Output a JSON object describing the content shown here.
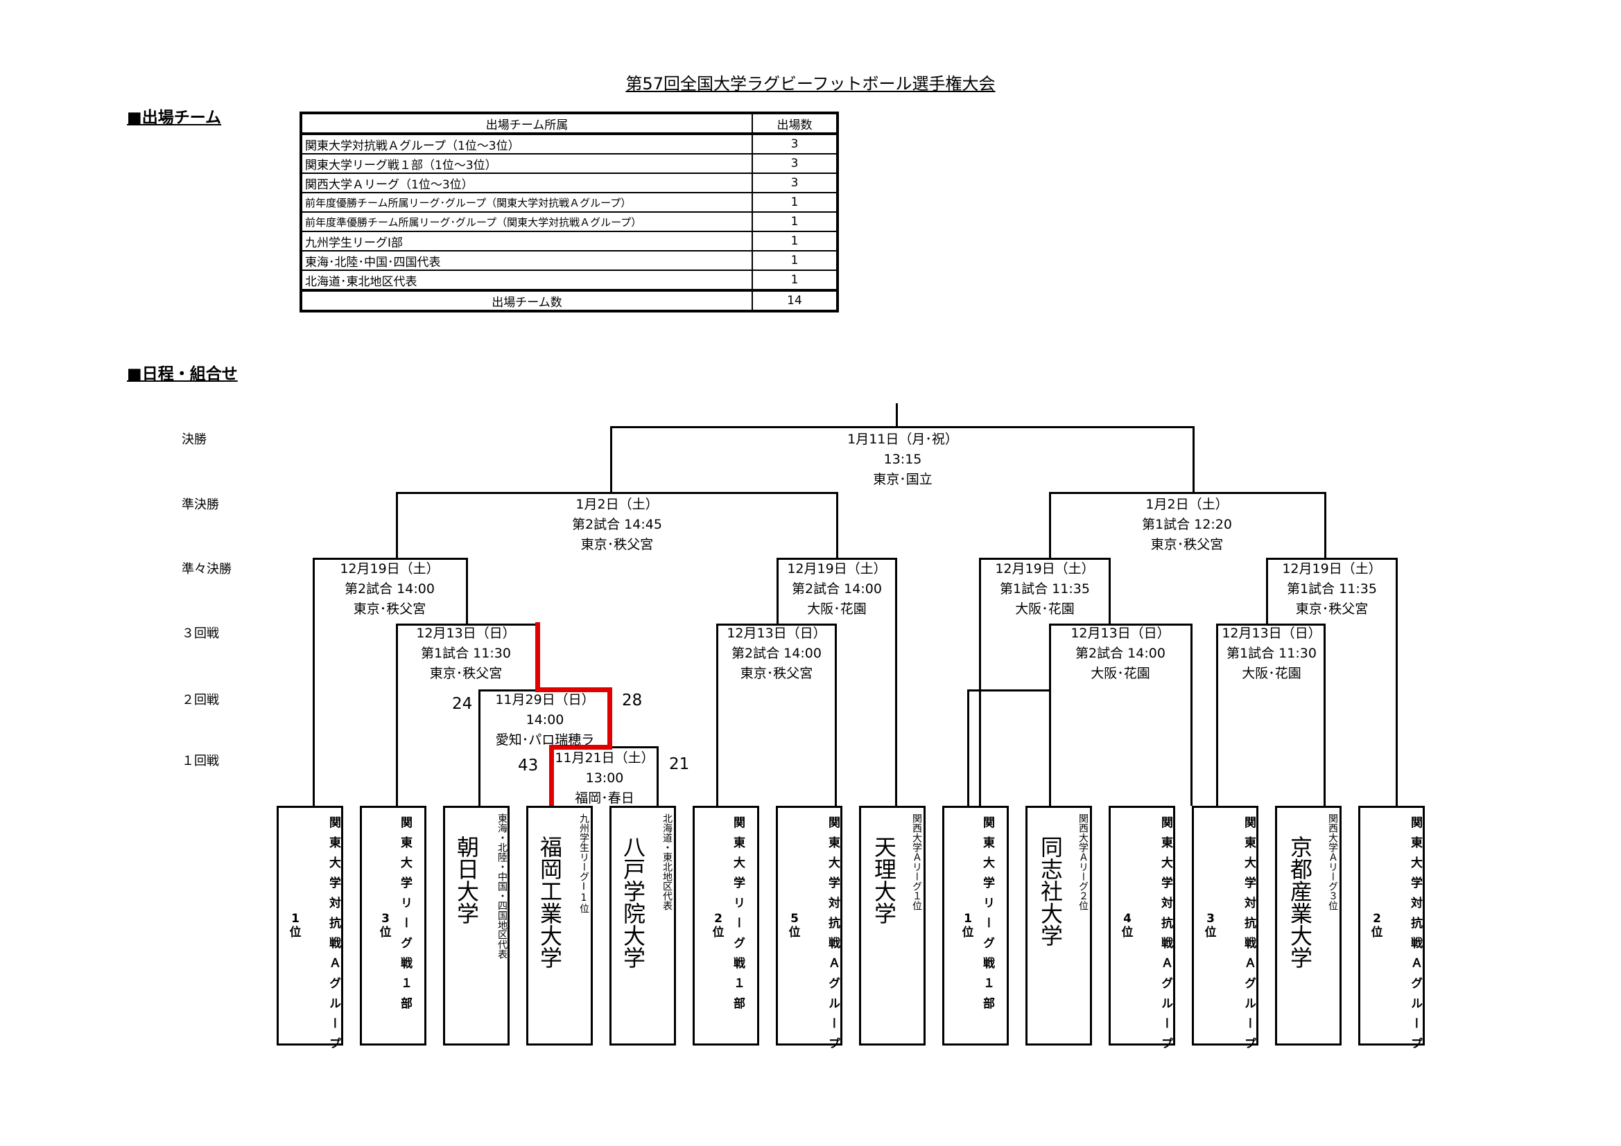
{
  "title": "第57回全国大学ラグビーフットボール選手権大会",
  "sections": {
    "teams": "■出場チーム",
    "schedule": "■日程・組合せ"
  },
  "quota": {
    "header": [
      "出場チーム所属",
      "出場数"
    ],
    "rows": [
      [
        "関東大学対抗戦Ａグループ（1位～3位）",
        "3"
      ],
      [
        "関東大学リーグ戦１部（1位～3位）",
        "3"
      ],
      [
        "関西大学Ａリーグ（1位～3位）",
        "3"
      ],
      [
        "前年度優勝チーム所属リーグ･グループ（関東大学対抗戦Ａグループ）",
        "1"
      ],
      [
        "前年度準優勝チーム所属リーグ･グループ（関東大学対抗戦Ａグループ）",
        "1"
      ],
      [
        "九州学生リーグⅠ部",
        "1"
      ],
      [
        "東海･北陸･中国･四国代表",
        "1"
      ],
      [
        "北海道･東北地区代表",
        "1"
      ]
    ],
    "total": [
      "出場チーム数",
      "14"
    ]
  },
  "rounds": [
    "決勝",
    "準決勝",
    "準々決勝",
    "３回戦",
    "２回戦",
    "１回戦"
  ],
  "matches": {
    "final": [
      "1月11日（月･祝）",
      "13:15",
      "東京･国立"
    ],
    "sf1": [
      "1月2日（土）",
      "第2試合 14:45",
      "東京･秩父宮"
    ],
    "sf2": [
      "1月2日（土）",
      "第1試合 12:20",
      "東京･秩父宮"
    ],
    "qf1": [
      "12月19日（土）",
      "第2試合 14:00",
      "東京･秩父宮"
    ],
    "qf2": [
      "12月19日（土）",
      "第2試合 14:00",
      "大阪･花園"
    ],
    "qf3": [
      "12月19日（土）",
      "第1試合 11:35",
      "大阪･花園"
    ],
    "qf4": [
      "12月19日（土）",
      "第1試合 11:35",
      "東京･秩父宮"
    ],
    "r3a": [
      "12月13日（日）",
      "第1試合 11:30",
      "東京･秩父宮"
    ],
    "r3b": [
      "12月13日（日）",
      "第2試合 14:00",
      "東京･秩父宮"
    ],
    "r3c": [
      "12月13日（日）",
      "第2試合 14:00",
      "大阪･花園"
    ],
    "r3d": [
      "12月13日（日）",
      "第1試合 11:30",
      "大阪･花園"
    ],
    "r2": [
      "11月29日（日）",
      "14:00",
      "愛知･パロ瑞穂ラ"
    ],
    "r1": [
      "11月21日（土）",
      "13:00",
      "福岡･春日"
    ]
  },
  "scores": {
    "r2_left": "24",
    "r2_right": "28",
    "r1_left": "43",
    "r1_right": "21"
  },
  "teams": [
    {
      "label": "関東大学対抗戦Ａグループ",
      "rank": "1位"
    },
    {
      "label": "関東大学リーグ戦１部",
      "rank": "3位"
    },
    {
      "name": "朝日大学",
      "sub": "東海・北陸・中国・四国地区代表"
    },
    {
      "name": "福岡工業大学",
      "sub": "九州学生リーグⅠ1位"
    },
    {
      "name": "八戸学院大学",
      "sub": "北海道・東北地区代表"
    },
    {
      "label": "関東大学リーグ戦１部",
      "rank": "2位"
    },
    {
      "label": "関東大学対抗戦Ａグループ",
      "rank": "5位"
    },
    {
      "name": "天理大学",
      "sub": "関西大学Ａリーグ１位"
    },
    {
      "label": "関東大学リーグ戦１部",
      "rank": "1位"
    },
    {
      "name": "同志社大学",
      "sub": "関西大学Ａリーグ２位"
    },
    {
      "label": "関東大学対抗戦Ａグループ",
      "rank": "4位"
    },
    {
      "label": "関東大学対抗戦Ａグループ",
      "rank": "3位"
    },
    {
      "name": "京都産業大学",
      "sub": "関西大学Ａリーグ３位"
    },
    {
      "label": "関東大学対抗戦Ａグループ",
      "rank": "2位"
    }
  ],
  "colors": {
    "winner_path": "#e00000"
  }
}
